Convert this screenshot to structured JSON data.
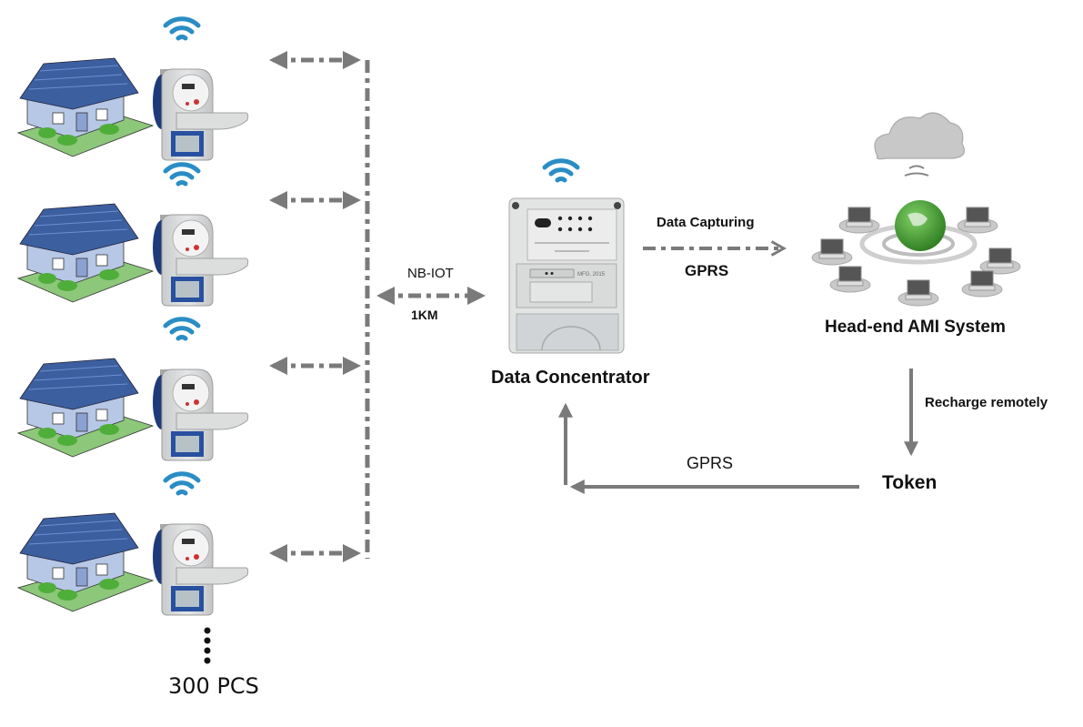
{
  "diagram": {
    "title": "NB-IOT Water Meter AMI Topology",
    "colors": {
      "arrow": "#7a7a7a",
      "wifi": "#2a8dc5",
      "meter_body": "#d9dbdc",
      "meter_display": "#2850a0",
      "meter_back": "#1f3a7a",
      "house_roof": "#3c5fa0",
      "house_wall": "#b7c7e6",
      "lawn": "#8cc77a",
      "bush": "#4fae3a",
      "globe": "#3c9a2a",
      "cloud": "#c8c8c8",
      "text": "#111111"
    },
    "meters": {
      "count_label": "300 PCS",
      "ellipsis": "⋮",
      "units": [
        {
          "id": "meter-1",
          "icon": "water-meter-icon",
          "house_icon": "house-icon",
          "signal_icon": "wifi-icon"
        },
        {
          "id": "meter-2",
          "icon": "water-meter-icon",
          "house_icon": "house-icon",
          "signal_icon": "wifi-icon"
        },
        {
          "id": "meter-3",
          "icon": "water-meter-icon",
          "house_icon": "house-icon",
          "signal_icon": "wifi-icon"
        },
        {
          "id": "meter-4",
          "icon": "water-meter-icon",
          "house_icon": "house-icon",
          "signal_icon": "wifi-icon"
        }
      ]
    },
    "links": {
      "nbiot_label": "NB-IOT",
      "range_label": "1KM",
      "data_capturing_label": "Data Capturing",
      "gprs_uplink_label": "GPRS",
      "recharge_label": "Recharge remotely",
      "gprs_downlink_label": "GPRS"
    },
    "concentrator": {
      "label": "Data Concentrator",
      "mfg_text": "MFG. 2015",
      "icon": "data-concentrator-icon"
    },
    "headend": {
      "label": "Head-end AMI System",
      "icon": "cloud-network-icon"
    },
    "token": {
      "label": "Token"
    }
  }
}
